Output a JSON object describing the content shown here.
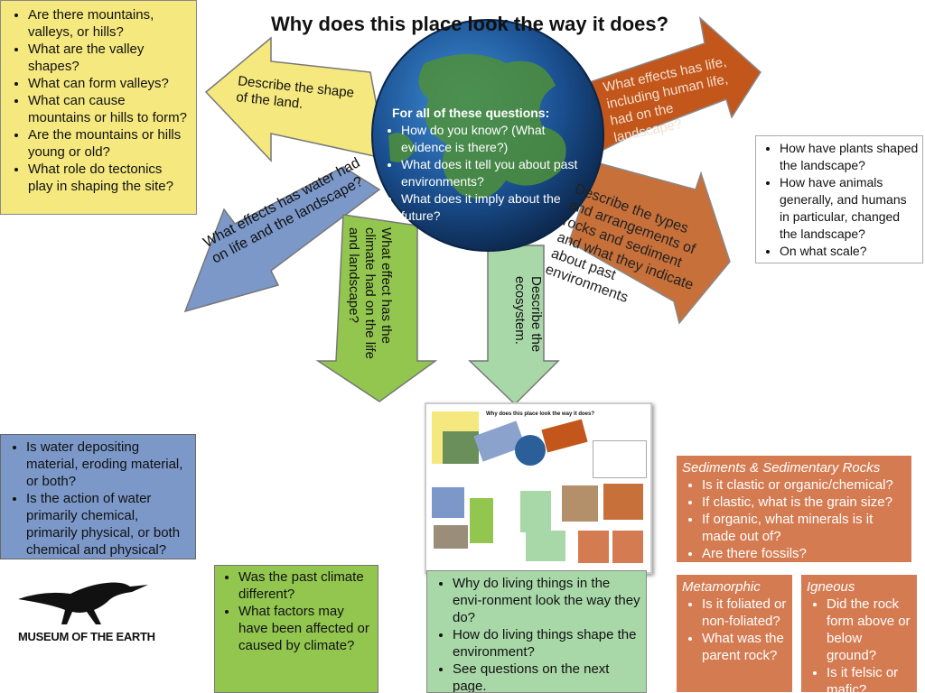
{
  "title": "Why does this place look the way it does?",
  "colors": {
    "yellow": "#f5e87e",
    "blue": "#7b98c9",
    "green": "#92c64f",
    "light_green": "#a8d8a8",
    "orange": "#c8703a",
    "dark_orange": "#c3561a",
    "rock_box": "#d57b52"
  },
  "topleft_box": {
    "items": [
      "Are there mountains, valleys, or hills?",
      "What are the valley shapes?",
      "What can form valleys?",
      "What can cause mountains or hills to form?",
      "Are the mountains or hills young or old?",
      "What role do tectonics play in shaping the site?"
    ]
  },
  "arrow_labels": {
    "shape": "Describe the shape\nof the land.",
    "water": "What effects has water had\non life and the landscape?",
    "climate": "What effect has the\nclimate had on the life\nand landscape?",
    "ecosystem": "Describe the\necosystem.",
    "rocks": "Describe the types\nand arrangements of\nrocks and sediment\nand what they indicate\nabout past\nenvironments",
    "life": "What effects has life,\nincluding human life,\nhad on the\nlandscape?"
  },
  "globe_box": {
    "heading": "For all of these questions:",
    "items": [
      "How do you know? (What evidence is there?)",
      "What does it tell you about past environments?",
      "What does it imply about the future?"
    ]
  },
  "plants_box": {
    "items": [
      "How have plants shaped the landscape?",
      "How have animals generally, and humans in particular, changed the landscape?",
      "On what scale?"
    ]
  },
  "water_box": {
    "items": [
      "Is water depositing material, eroding material, or both?",
      "Is the action of water primarily chemical, primarily physical, or both chemical and physical?"
    ]
  },
  "logo": {
    "text": "MUSEUM OF THE EARTH",
    "icon": "dinosaur-icon"
  },
  "climate_box": {
    "items": [
      "Was the past climate different?",
      "What factors may have been affected or caused by climate?"
    ]
  },
  "thumbnail": {
    "title": "Why does this place look the way it does?"
  },
  "living_box": {
    "items": [
      "Why do living things in the envi-ronment look the way they do?",
      "How do living things shape the environment?",
      "See questions on the next page."
    ]
  },
  "sediments_box": {
    "heading": "Sediments & Sedimentary Rocks",
    "items": [
      "Is it clastic or organic/chemical?",
      "If clastic, what is the grain size?",
      "If organic, what minerals is it made out of?",
      "Are there fossils?"
    ]
  },
  "metamorphic_box": {
    "heading": "Metamorphic",
    "items": [
      "Is it foliated or non-foliated?",
      "What was the parent rock?"
    ]
  },
  "igneous_box": {
    "heading": "Igneous",
    "items": [
      "Did the rock form above or below ground?",
      "Is it felsic or mafic?"
    ]
  }
}
